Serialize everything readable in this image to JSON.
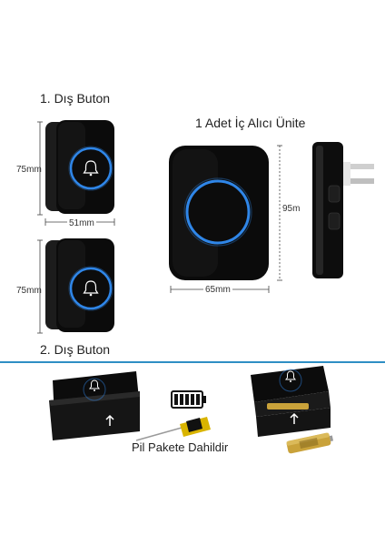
{
  "labels": {
    "outer_button_1": "1. Dış Buton",
    "outer_button_2": "2. Dış Buton",
    "indoor_unit": "1 Adet İç Alıcı Ünite",
    "battery_included": "Pil Pakete Dahildir"
  },
  "dimensions": {
    "button1_height": "75mm",
    "button_width": "51mm",
    "button2_height": "75mm",
    "unit_height": "95m",
    "unit_width": "65mm"
  },
  "icons": {
    "button_icon": "bell-icon",
    "battery": "battery-icon",
    "tool": "screwdriver-icon"
  },
  "colors": {
    "device_body": "#0b0b0b",
    "ring_glow": "#2f86e8",
    "divider": "#2f8fc4",
    "battery_gold": "#c9a23a"
  }
}
